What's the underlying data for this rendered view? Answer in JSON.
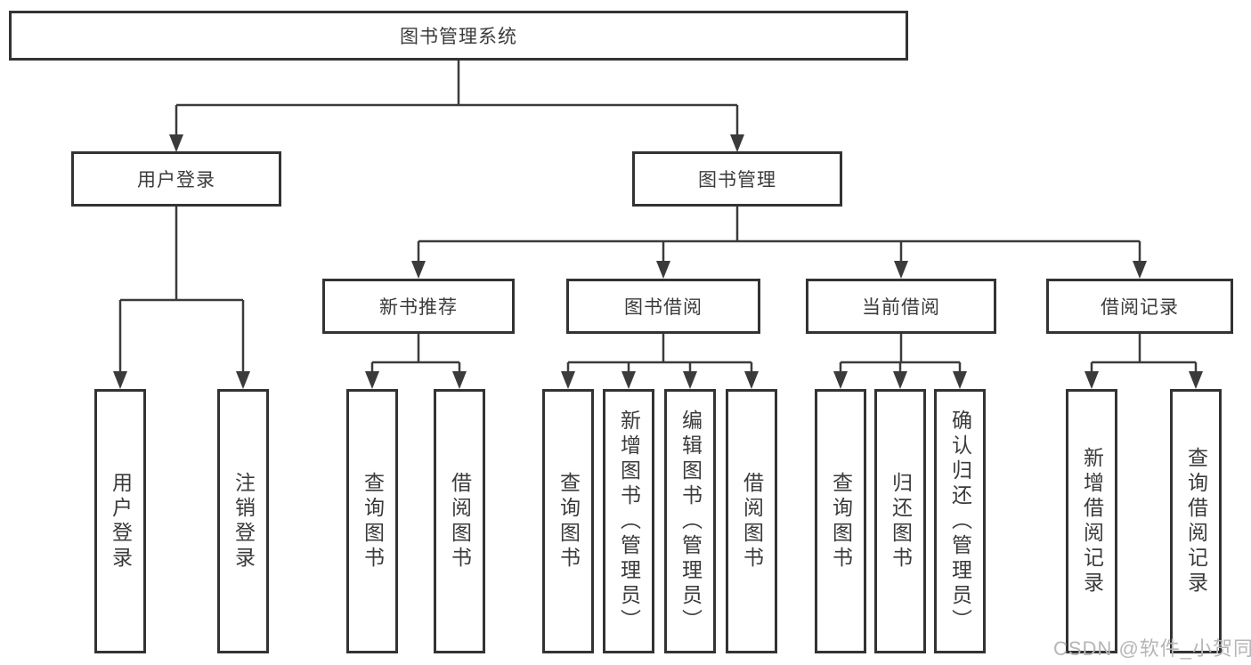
{
  "tree": {
    "root": "图书管理系统",
    "login": {
      "label": "用户登录",
      "children": [
        "用户登录",
        "注销登录"
      ]
    },
    "mgmt": {
      "label": "图书管理",
      "groups": [
        {
          "label": "新书推荐",
          "children": [
            "查询图书",
            "借阅图书"
          ]
        },
        {
          "label": "图书借阅",
          "children": [
            "查询图书",
            "新增图书（管理员）",
            "编辑图书（管理员）",
            "借阅图书"
          ]
        },
        {
          "label": "当前借阅",
          "children": [
            "查询图书",
            "归还图书",
            "确认归还（管理员）"
          ]
        },
        {
          "label": "借阅记录",
          "children": [
            "新增借阅记录",
            "查询借阅记录"
          ]
        }
      ]
    }
  },
  "watermark": "CSDN @软件_小贺同学",
  "colors": {
    "box_border": "#333333",
    "line": "#3b3b3b",
    "text": "#3b3b3b",
    "watermark": "#b6b6b6",
    "background": "#ffffff"
  }
}
